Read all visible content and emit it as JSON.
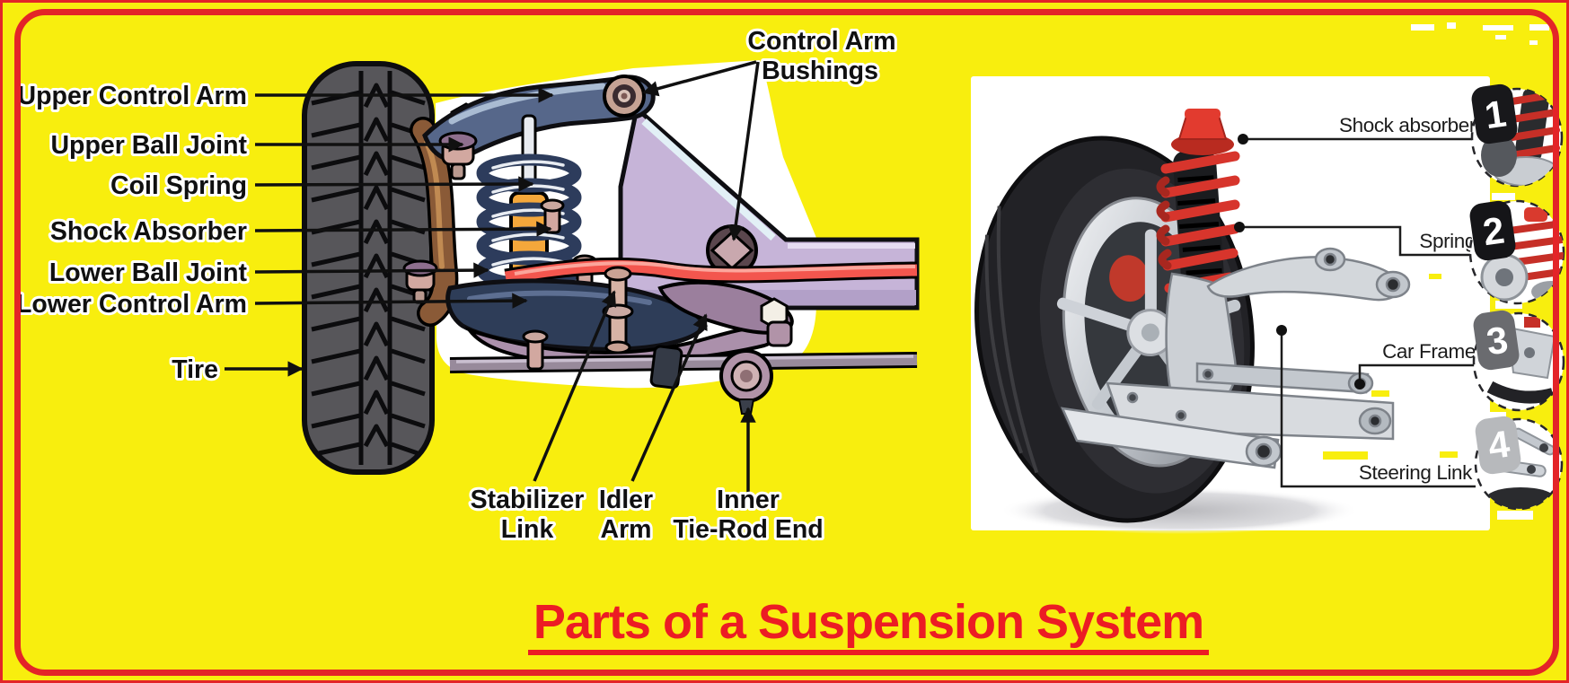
{
  "title": {
    "text": "Parts of a Suspension System"
  },
  "left_diagram": {
    "description": "cartoon cutaway of front suspension with tire",
    "side_labels": [
      {
        "text": "Upper Control Arm"
      },
      {
        "text": "Upper Ball Joint"
      },
      {
        "text": "Coil Spring"
      },
      {
        "text": "Shock Absorber"
      },
      {
        "text": "Lower Ball Joint"
      },
      {
        "text": "Lower Control Arm"
      },
      {
        "text": "Tire"
      }
    ],
    "bottom_labels": [
      {
        "line1": "Stabilizer",
        "line2": "Link"
      },
      {
        "line1": "Idler",
        "line2": "Arm"
      },
      {
        "line1": "Inner",
        "line2": "Tie-Rod End"
      }
    ],
    "top_label": {
      "line1": "Control Arm",
      "line2": "Bushings"
    }
  },
  "right_diagram": {
    "description": "photo render of wheel with red coil-over strut",
    "labels": [
      {
        "text": "Shock absorber"
      },
      {
        "text": "Spring"
      },
      {
        "text": "Car Frame"
      },
      {
        "text": "Steering Link"
      }
    ],
    "thumbnails": [
      {
        "number": "1"
      },
      {
        "number": "2"
      },
      {
        "number": "3"
      },
      {
        "number": "4"
      }
    ]
  },
  "colors": {
    "background": "#f8ee0e",
    "border": "#e32428",
    "title": "#ec1c24",
    "spring_red": "#d7352c",
    "frame_lavender": "#c6b4d8",
    "stabilizer_red": "#f3564e",
    "label_text": "#101010"
  }
}
